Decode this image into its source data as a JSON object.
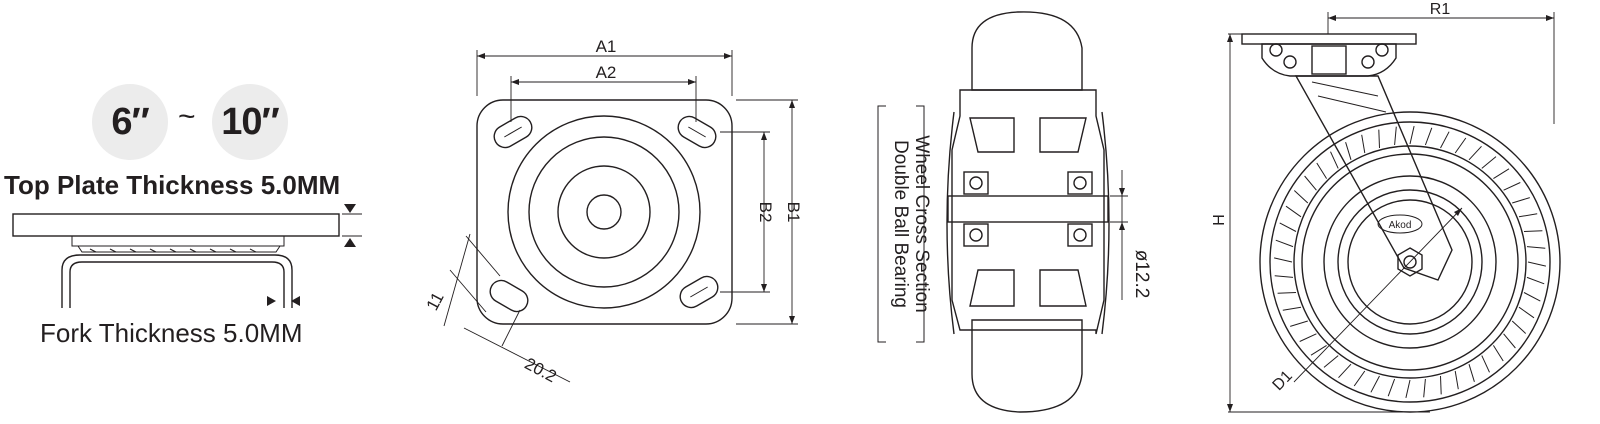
{
  "size_range": {
    "min_label": "6″",
    "separator": "~",
    "max_label": "10″"
  },
  "thickness": {
    "top_plate_label": "Top Plate Thickness 5.0MM",
    "fork_label": "Fork Thickness 5.0MM"
  },
  "top_plate_view": {
    "dim_a1": "A1",
    "dim_a2": "A2",
    "dim_b1": "B1",
    "dim_b2": "B2",
    "dim_slot_width": "11",
    "dim_slot_length": "20.2"
  },
  "wheel_section": {
    "caption_line1": "Double Ball Bearing",
    "caption_line2": "Wheel Cross Section",
    "dim_axle": "ø12.2"
  },
  "side_view": {
    "dim_r1": "R1",
    "dim_h": "H",
    "dim_d1": "D1",
    "brand": "Akod"
  },
  "colors": {
    "line": "#231f20",
    "badge_bg": "#ececec",
    "background": "#ffffff"
  }
}
